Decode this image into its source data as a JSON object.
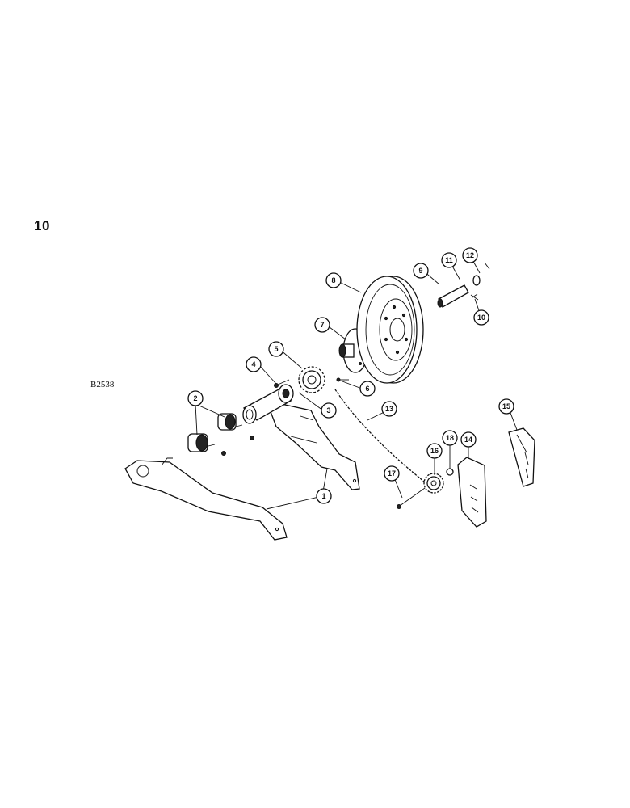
{
  "page_number": "10",
  "figure_code": "B2538",
  "callouts": [
    "1",
    "2",
    "3",
    "4",
    "5",
    "6",
    "7",
    "8",
    "9",
    "10",
    "11",
    "12",
    "13",
    "14",
    "15",
    "16",
    "17",
    "18"
  ]
}
